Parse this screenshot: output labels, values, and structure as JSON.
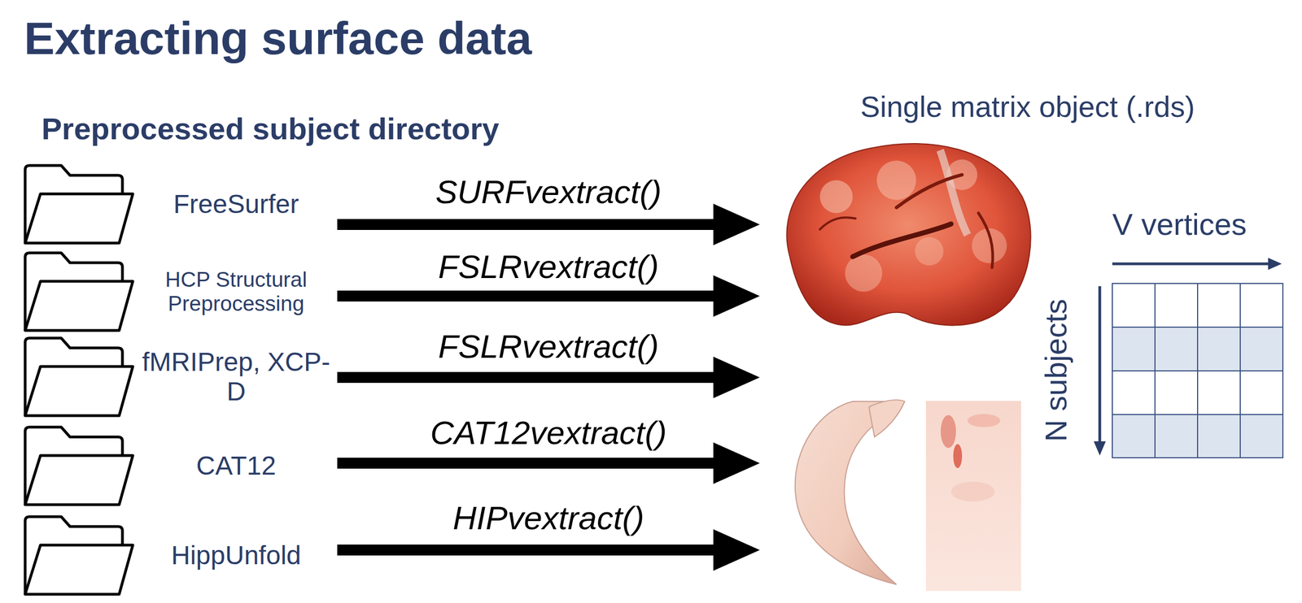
{
  "diagram": {
    "title": "Extracting surface data",
    "nodes": [
      {
        "text": [
          "Preprocessed subject directory"
        ]
      },
      {
        "text": [
          "FreeSurfer"
        ],
        "in": 0
      },
      {
        "text": [
          "HCP Structural Preprocessing"
        ],
        "in": 0
      },
      {
        "text": [
          "fMRIPrep, XCP-D"
        ],
        "in": 0
      },
      {
        "text": [
          "CAT12"
        ],
        "in": 0
      },
      {
        "text": [
          "HippUnfold"
        ],
        "in": 0
      },
      {
        "text": [
          "Single matrix object (.rds)"
        ]
      }
    ],
    "edges": [
      {
        "from": 1,
        "to": 6,
        "label": "SURFvextract()",
        "arrow": "to"
      },
      {
        "from": 2,
        "to": 6,
        "label": "FSLRvextract()",
        "arrow": "to"
      },
      {
        "from": 3,
        "to": 6,
        "label": "FSLRvextract()",
        "arrow": "to"
      },
      {
        "from": 4,
        "to": 6,
        "label": "CAT12vextract()",
        "arrow": "to"
      },
      {
        "from": 5,
        "to": 6,
        "label": "HIPvextract()",
        "arrow": "to"
      }
    ],
    "labels": [
      "V vertices",
      "N subjects"
    ]
  }
}
